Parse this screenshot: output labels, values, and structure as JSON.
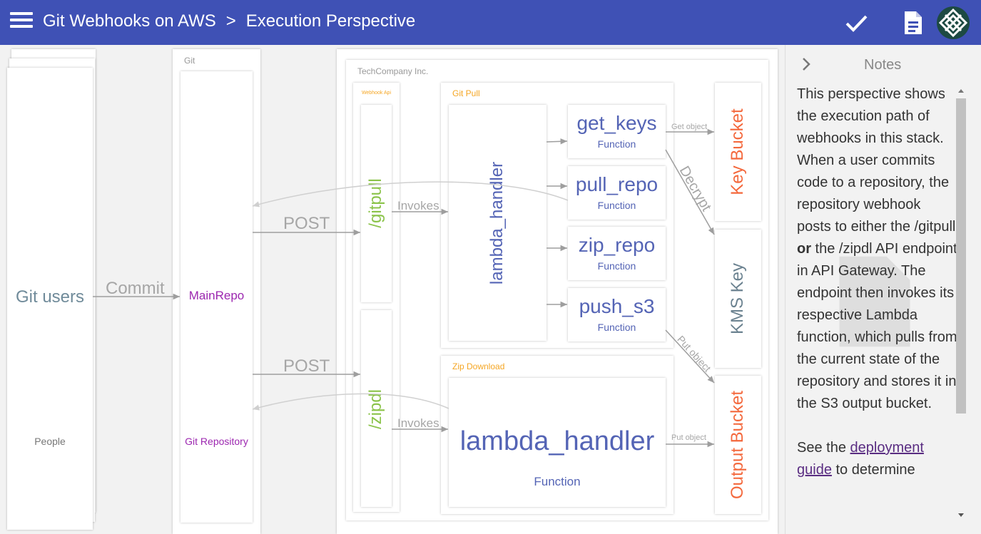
{
  "header": {
    "app_title": "Git Webhooks on AWS",
    "separator": ">",
    "perspective": "Execution Perspective",
    "icons": [
      "menu-icon",
      "check-icon",
      "document-icon",
      "avatar"
    ]
  },
  "diagram": {
    "people": {
      "title": "Git users",
      "type": "People"
    },
    "git": {
      "container": "Git",
      "repo": "MainRepo",
      "type": "Git Repository"
    },
    "company": {
      "container": "TechCompany Inc.",
      "webhook_api": "Webhook Api",
      "gitpull_endpoint": "/gitpull",
      "zipdl_endpoint": "/zipdl",
      "git_pull": {
        "group": "Git Pull",
        "handler": "lambda_handler",
        "functions": [
          {
            "name": "get_keys",
            "type": "Function"
          },
          {
            "name": "pull_repo",
            "type": "Function"
          },
          {
            "name": "zip_repo",
            "type": "Function"
          },
          {
            "name": "push_s3",
            "type": "Function"
          }
        ]
      },
      "zip_download": {
        "group": "Zip Download",
        "handler": "lambda_handler",
        "type": "Function"
      },
      "key_bucket": "Key Bucket",
      "kms_key": "KMS Key",
      "output_bucket": "Output Bucket"
    },
    "edges": {
      "commit": "Commit",
      "post_1": "POST",
      "post_2": "POST",
      "invokes_1": "Invokes",
      "invokes_2": "Invokes",
      "get_object": "Get object",
      "decrypt": "Decrypt",
      "put_object_1": "Put object",
      "put_object_2": "Put object"
    }
  },
  "notes": {
    "title": "Notes",
    "p1_a": "This perspective shows the execution path of webhooks in this stack. When a user commits code to a repository, the repository webhook posts to either the /gitpull ",
    "p1_bold": "or",
    "p1_b": " the /zipdl API endpoint in API Gateway. The endpoint then invokes its respective Lambda function, which pulls from the current state of the repository and stores it in the S3 output bucket.",
    "p2_a": "See the ",
    "p2_link1": "deployment",
    "p2_link2": "guide",
    "p2_b": " to determine"
  },
  "colors": {
    "header": "#3f51b5",
    "people_text": "#708b9a",
    "repo_text": "#9c27b0",
    "endpoint_text": "#8bc34a",
    "function_text": "#5464b5",
    "bucket_text": "#f4683c",
    "kms_text": "#6b8290",
    "group_label": "#f5a623"
  }
}
